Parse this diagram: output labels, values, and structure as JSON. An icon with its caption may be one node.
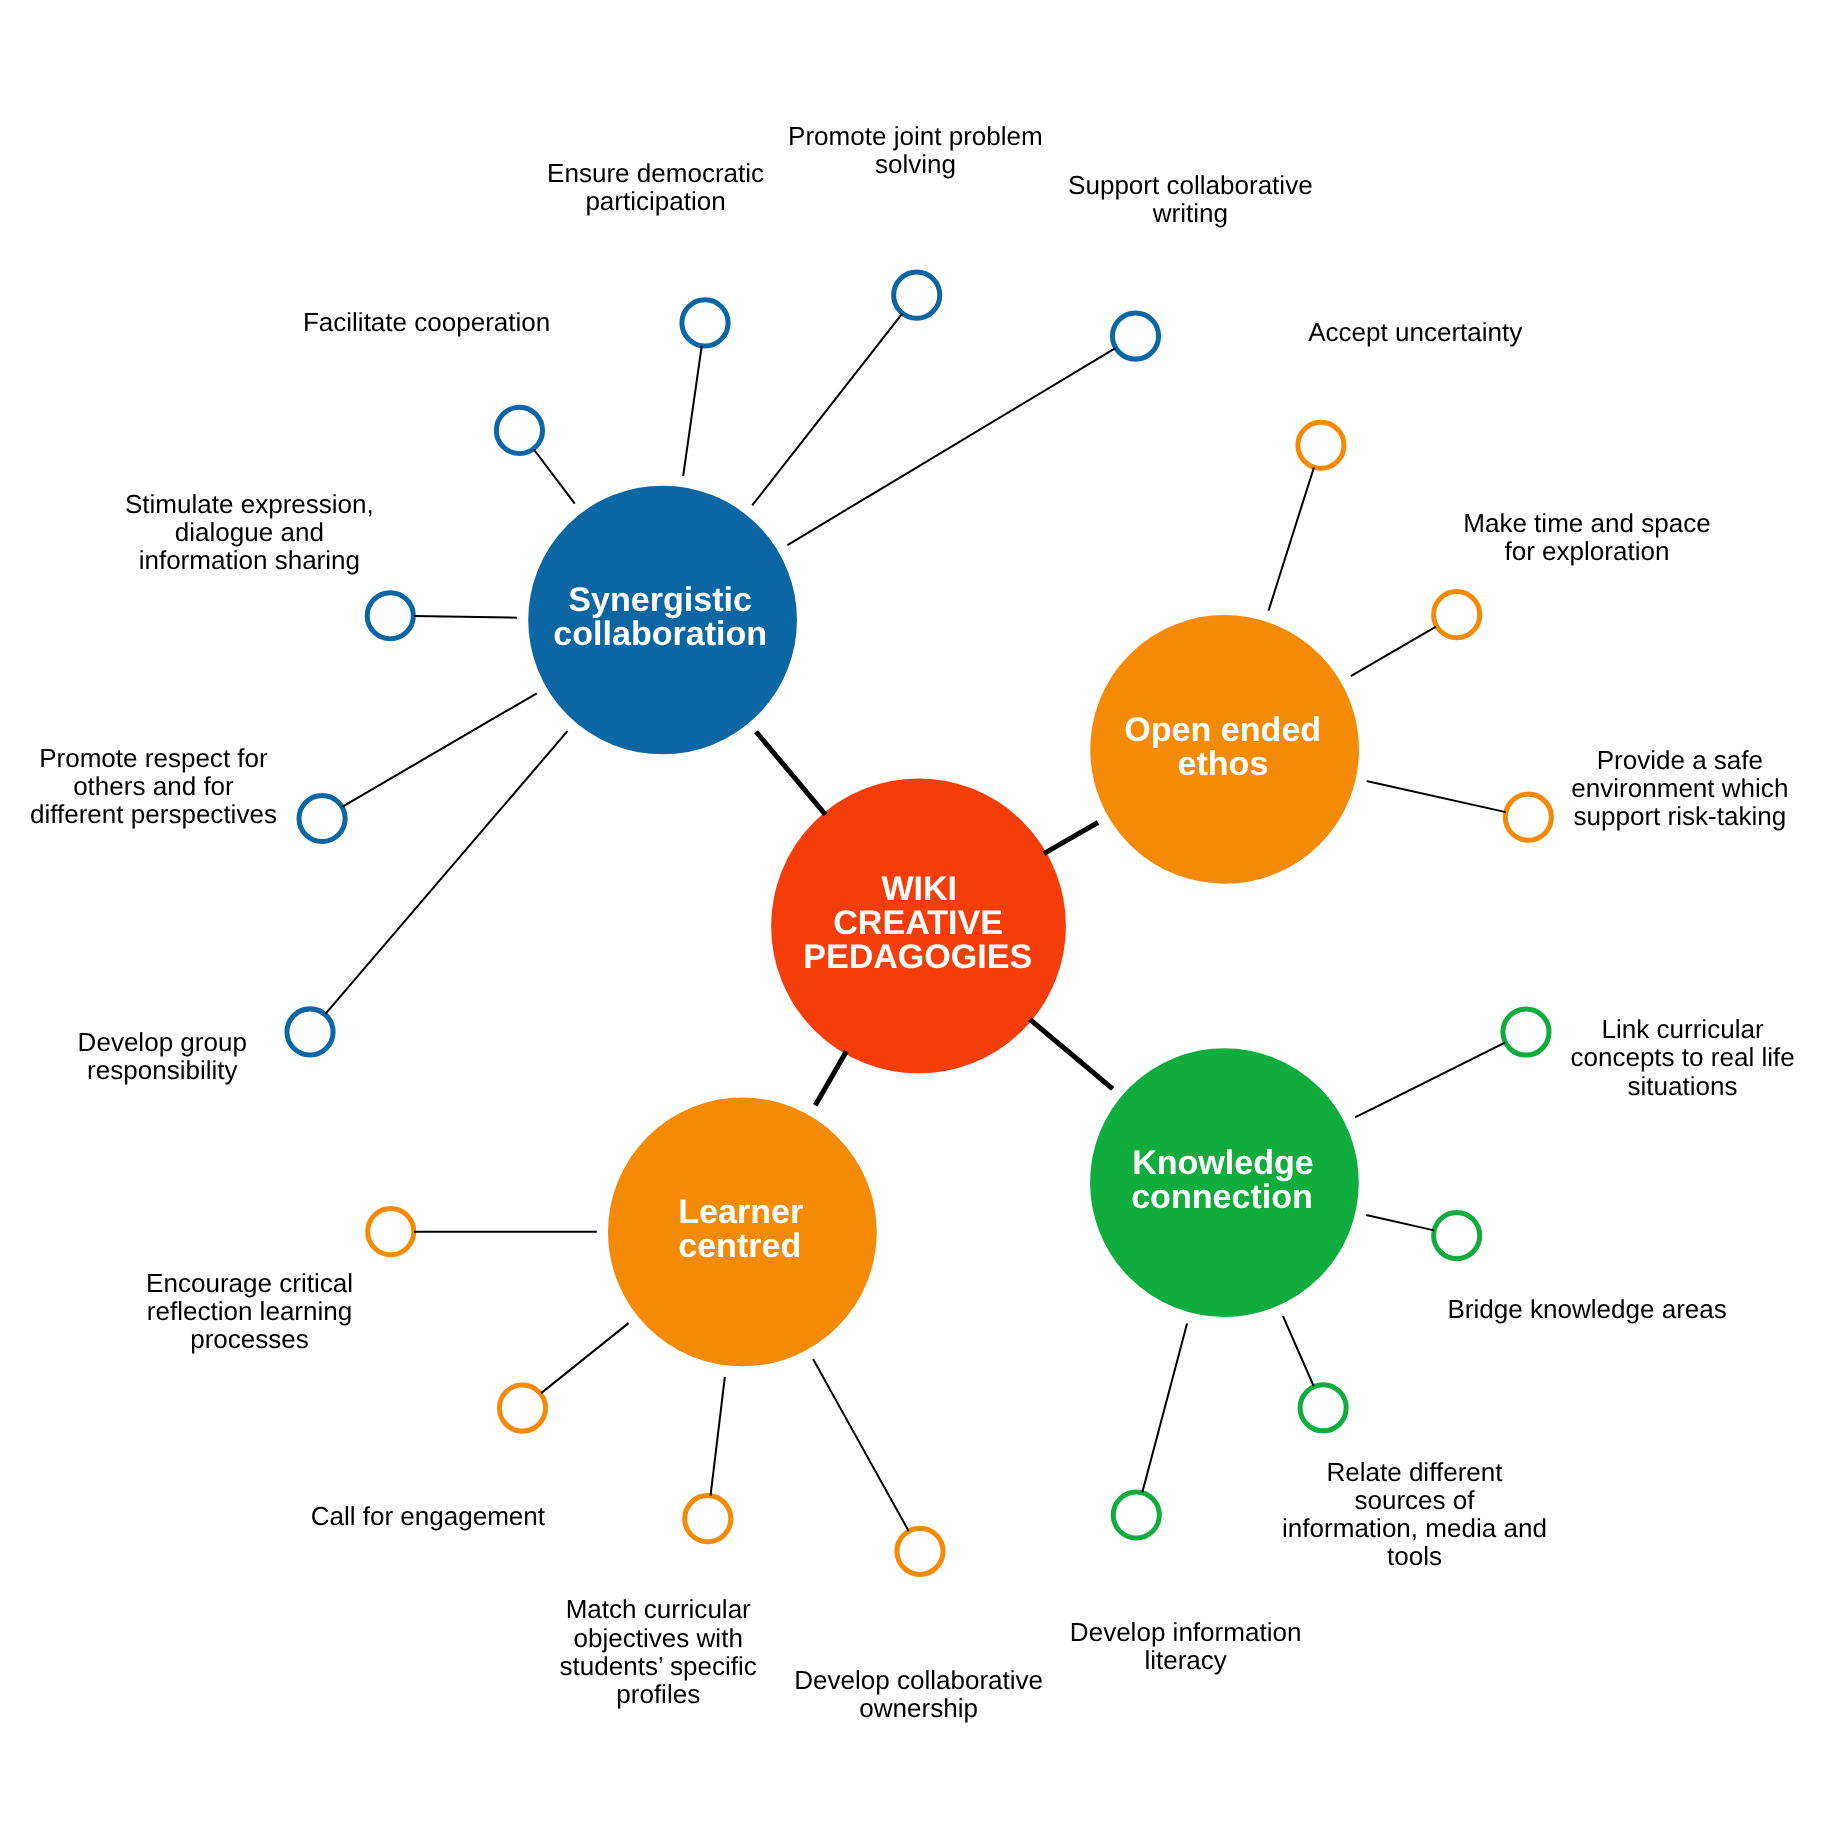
{
  "diagram": {
    "nodes": [
      {
        "text": [
          "WIKI CREATIVE PEDAGOGIES"
        ]
      },
      {
        "text": [
          "Open ended ethos"
        ]
      },
      {
        "text": [
          "Synergistic collaboration"
        ]
      },
      {
        "text": [
          "Learner centred"
        ]
      },
      {
        "text": [
          "Knowledge connection"
        ]
      },
      {
        "text": [],
        "shape": "circle",
        "beside": [
          "Provide a safe environment which support risk-taking"
        ]
      },
      {
        "text": [],
        "shape": "circle",
        "beside": [
          "Make time and space for exploration"
        ]
      },
      {
        "text": [],
        "shape": "circle",
        "beside": [
          "Accept uncertainty"
        ]
      },
      {
        "text": [],
        "shape": "circle",
        "beside": [
          "Support collaborative writing"
        ]
      },
      {
        "text": [],
        "shape": "circle",
        "beside": [
          "Promote joint problem solving"
        ]
      },
      {
        "text": [],
        "shape": "circle",
        "beside": [
          "Ensure democratic participation"
        ]
      },
      {
        "text": [],
        "shape": "circle",
        "beside": [
          "Facilitate cooperation"
        ]
      },
      {
        "text": [],
        "shape": "circle",
        "beside": [
          "Stimulate expression, dialogue and information sharing"
        ]
      },
      {
        "text": [],
        "shape": "circle",
        "beside": [
          "Promote respect for others and for different perspectives"
        ]
      },
      {
        "text": [],
        "shape": "circle",
        "beside": [
          "Develop group responsibility"
        ]
      },
      {
        "text": [],
        "shape": "circle",
        "beside": [
          "Encourage critical reflection learning processes"
        ]
      },
      {
        "text": [],
        "shape": "circle",
        "beside": [
          "Call for engagement"
        ]
      },
      {
        "text": [],
        "shape": "circle",
        "beside": [
          "Match curricular objectives with students’ specific profiles"
        ]
      },
      {
        "text": [],
        "shape": "circle",
        "beside": [
          "Develop collaborative ownership"
        ]
      },
      {
        "text": [],
        "shape": "circle",
        "beside": [
          "Develop information literacy"
        ]
      },
      {
        "text": [],
        "shape": "circle",
        "beside": [
          "Relate different sources of information, media and tools"
        ]
      },
      {
        "text": [],
        "shape": "circle",
        "beside": [
          "Bridge knowledge areas"
        ]
      },
      {
        "text": [],
        "shape": "circle",
        "beside": [
          "Link curricular concepts to real life situations"
        ]
      }
    ],
    "edges": [
      {
        "from": 0,
        "to": 1,
        "arrow": "none",
        "style": "thick"
      },
      {
        "from": 0,
        "to": 2,
        "arrow": "none",
        "style": "thick"
      },
      {
        "from": 0,
        "to": 3,
        "arrow": "none",
        "style": "thick"
      },
      {
        "from": 0,
        "to": 4,
        "arrow": "none",
        "style": "thick"
      },
      {
        "from": 1,
        "to": 5,
        "arrow": "none"
      },
      {
        "from": 1,
        "to": 6,
        "arrow": "none"
      },
      {
        "from": 1,
        "to": 7,
        "arrow": "none"
      },
      {
        "from": 2,
        "to": 8,
        "arrow": "none"
      },
      {
        "from": 2,
        "to": 9,
        "arrow": "none"
      },
      {
        "from": 2,
        "to": 10,
        "arrow": "none"
      },
      {
        "from": 2,
        "to": 11,
        "arrow": "none"
      },
      {
        "from": 2,
        "to": 12,
        "arrow": "none"
      },
      {
        "from": 2,
        "to": 13,
        "arrow": "none"
      },
      {
        "from": 2,
        "to": 14,
        "arrow": "none"
      },
      {
        "from": 3,
        "to": 15,
        "arrow": "none"
      },
      {
        "from": 3,
        "to": 16,
        "arrow": "none"
      },
      {
        "from": 3,
        "to": 17,
        "arrow": "none"
      },
      {
        "from": 3,
        "to": 18,
        "arrow": "none"
      },
      {
        "from": 4,
        "to": 19,
        "arrow": "none"
      },
      {
        "from": 4,
        "to": 20,
        "arrow": "none"
      },
      {
        "from": 4,
        "to": 21,
        "arrow": "none"
      },
      {
        "from": 4,
        "to": 22,
        "arrow": "none"
      }
    ]
  }
}
